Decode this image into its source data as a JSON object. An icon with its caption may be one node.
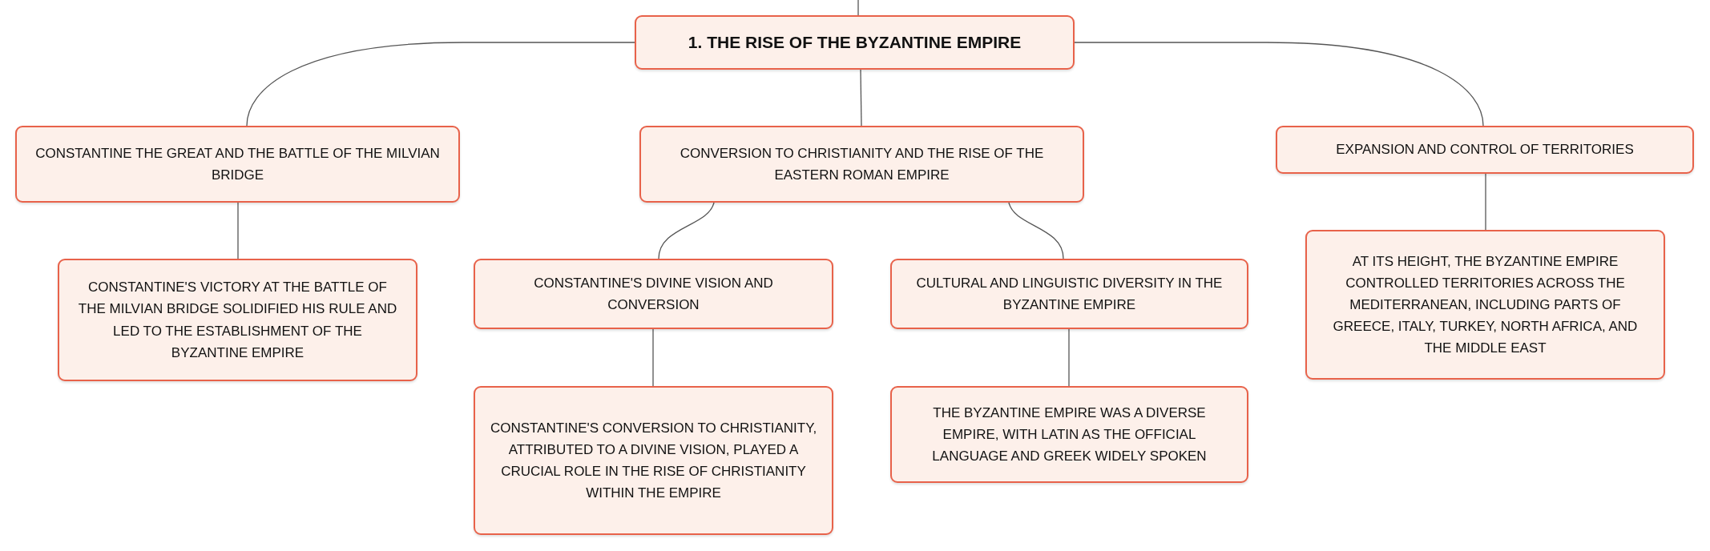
{
  "diagram": {
    "nodes": [
      {
        "text": [
          "1. THE RISE OF THE BYZANTINE EMPIRE"
        ]
      },
      {
        "text": [
          "CONSTANTINE THE GREAT AND THE BATTLE OF THE MILVIAN BRIDGE"
        ]
      },
      {
        "text": [
          "CONVERSION TO CHRISTIANITY AND THE RISE OF THE EASTERN ROMAN EMPIRE"
        ]
      },
      {
        "text": [
          "EXPANSION AND CONTROL OF TERRITORIES"
        ]
      },
      {
        "text": [
          "CONSTANTINE'S VICTORY AT THE BATTLE OF THE MILVIAN BRIDGE SOLIDIFIED HIS RULE AND LED TO THE ESTABLISHMENT OF THE BYZANTINE EMPIRE"
        ]
      },
      {
        "text": [
          "CONSTANTINE'S DIVINE VISION AND CONVERSION"
        ]
      },
      {
        "text": [
          "CULTURAL AND LINGUISTIC DIVERSITY IN THE BYZANTINE EMPIRE"
        ]
      },
      {
        "text": [
          "AT ITS HEIGHT, THE BYZANTINE EMPIRE CONTROLLED TERRITORIES ACROSS THE MEDITERRANEAN, INCLUDING PARTS OF GREECE, ITALY, TURKEY, NORTH AFRICA, AND THE MIDDLE EAST"
        ]
      },
      {
        "text": [
          "CONSTANTINE'S CONVERSION TO CHRISTIANITY, ATTRIBUTED TO A DIVINE VISION, PLAYED A CRUCIAL ROLE IN THE RISE OF CHRISTIANITY WITHIN THE EMPIRE"
        ]
      },
      {
        "text": [
          "THE BYZANTINE EMPIRE WAS A DIVERSE EMPIRE, WITH LATIN AS THE OFFICIAL LANGUAGE AND GREEK WIDELY SPOKEN"
        ]
      }
    ],
    "edges": [
      {
        "from": null,
        "to": 0,
        "arrow": "none"
      },
      {
        "from": 0,
        "to": 1,
        "arrow": "none"
      },
      {
        "from": 0,
        "to": 2,
        "arrow": "none"
      },
      {
        "from": 0,
        "to": 3,
        "arrow": "none"
      },
      {
        "from": 1,
        "to": 4,
        "arrow": "none"
      },
      {
        "from": 2,
        "to": 5,
        "arrow": "none"
      },
      {
        "from": 2,
        "to": 6,
        "arrow": "none"
      },
      {
        "from": 3,
        "to": 7,
        "arrow": "none"
      },
      {
        "from": 5,
        "to": 8,
        "arrow": "none"
      },
      {
        "from": 6,
        "to": 9,
        "arrow": "none"
      }
    ]
  }
}
